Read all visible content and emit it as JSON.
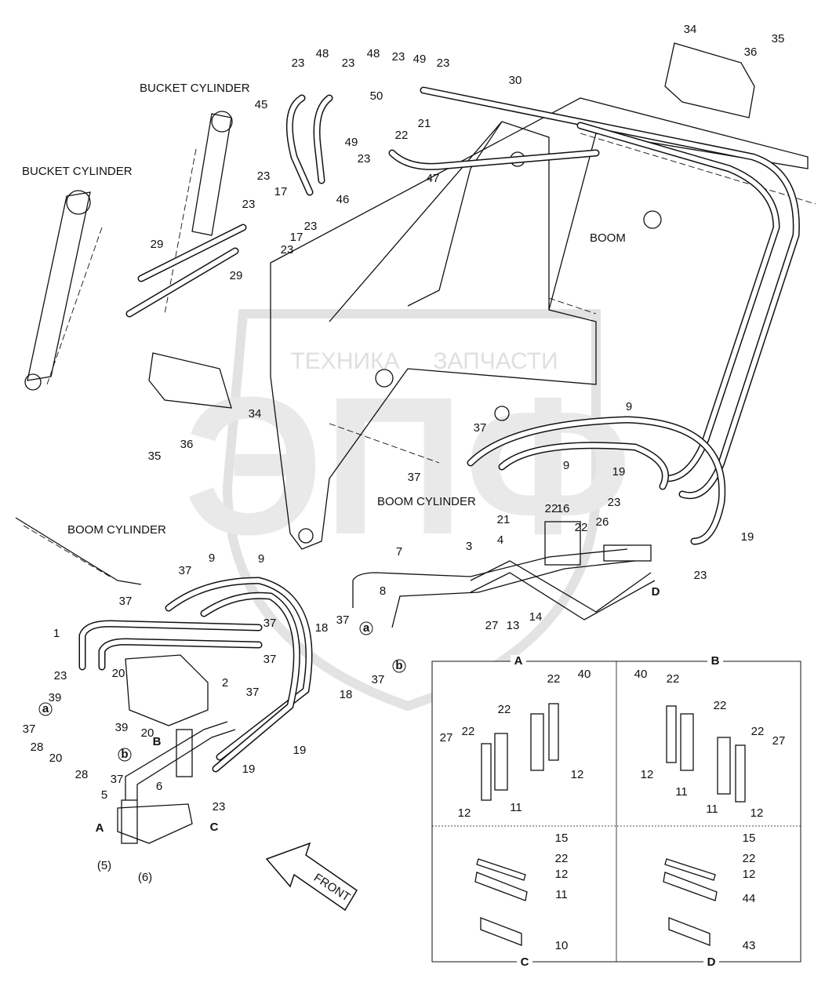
{
  "diagram": {
    "titles": {
      "bucket_cylinder_top": "BUCKET CYLINDER",
      "bucket_cylinder_left": "BUCKET CYLINDER",
      "boom": "BOOM",
      "boom_cylinder_center": "BOOM CYLINDER",
      "boom_cylinder_left": "BOOM CYLINDER",
      "front_arrow": "FRONT"
    },
    "watermark": {
      "top_text": "ТЕХНИКА",
      "top_text_2": "ЗАПЧАСТИ",
      "logo_letters": "ЭПФ"
    },
    "callouts": [
      "23",
      "48",
      "23",
      "48",
      "23",
      "49",
      "23",
      "30",
      "34",
      "35",
      "36",
      "50",
      "21",
      "22",
      "49",
      "23",
      "47",
      "45",
      "46",
      "23",
      "17",
      "23",
      "17",
      "23",
      "23",
      "29",
      "29",
      "34",
      "36",
      "35",
      "9",
      "37",
      "9",
      "19",
      "37",
      "22",
      "16",
      "21",
      "22",
      "26",
      "23",
      "19",
      "23",
      "D",
      "7",
      "3",
      "4",
      "8",
      "37",
      "27",
      "13",
      "14",
      "37",
      "18",
      "18",
      "9",
      "9",
      "37",
      "37",
      "1",
      "37",
      "37",
      "2",
      "23",
      "20",
      "39",
      "39",
      "20",
      "37",
      "37",
      "28",
      "20",
      "28",
      "37",
      "B",
      "6",
      "5",
      "19",
      "19",
      "23",
      "A",
      "C",
      "(5)",
      "(6)"
    ],
    "circled_refs": [
      "a",
      "b",
      "a",
      "b"
    ],
    "inset": {
      "panels": [
        "A",
        "B",
        "C",
        "D"
      ],
      "callouts": [
        "22",
        "40",
        "40",
        "22",
        "22",
        "22",
        "27",
        "22",
        "22",
        "27",
        "12",
        "12",
        "11",
        "12",
        "11",
        "11",
        "12",
        "15",
        "22",
        "12",
        "11",
        "10",
        "15",
        "22",
        "12",
        "44",
        "43"
      ]
    }
  }
}
